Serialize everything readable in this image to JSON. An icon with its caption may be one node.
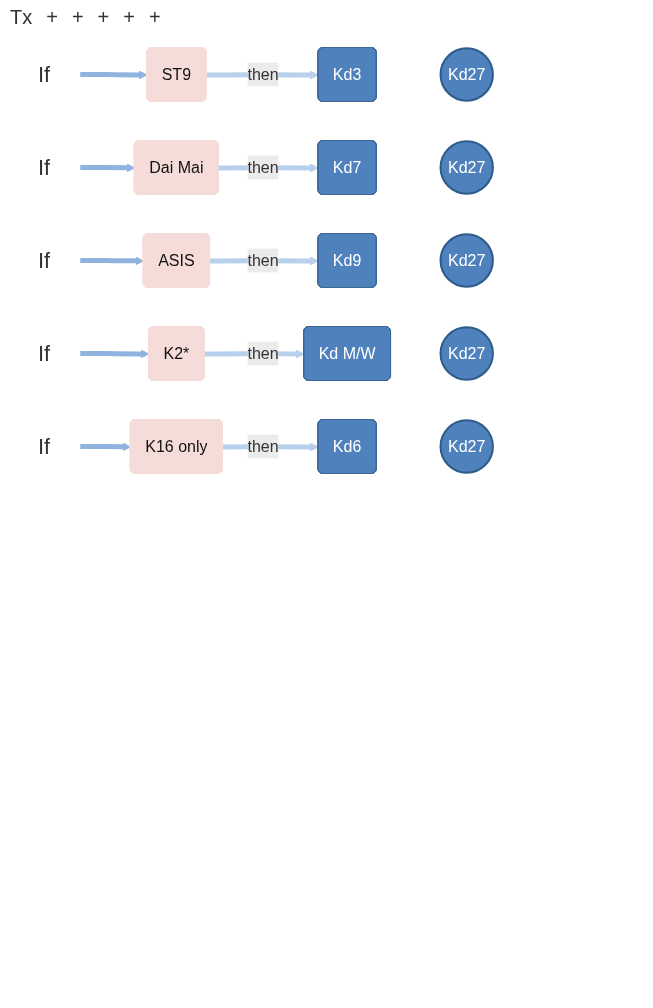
{
  "diagram": {
    "nodes": [
      {
        "text": [
          "If"
        ]
      },
      {
        "text": [
          "ST9"
        ]
      },
      {
        "text": [
          "Kd3"
        ]
      },
      {
        "text": [
          "Kd27"
        ]
      },
      {
        "text": [
          "If"
        ]
      },
      {
        "text": [
          "Dai Mai"
        ]
      },
      {
        "text": [
          "Kd7"
        ]
      },
      {
        "text": [
          "Kd27"
        ]
      },
      {
        "text": [
          "If"
        ]
      },
      {
        "text": [
          "ASIS"
        ]
      },
      {
        "text": [
          "Kd9"
        ]
      },
      {
        "text": [
          "Kd27"
        ]
      },
      {
        "text": [
          "If"
        ]
      },
      {
        "text": [
          "K2*"
        ]
      },
      {
        "text": [
          "Kd M/W"
        ]
      },
      {
        "text": [
          "Kd27"
        ]
      },
      {
        "text": [
          "If"
        ]
      },
      {
        "text": [
          "K16 only"
        ]
      },
      {
        "text": [
          "Kd6"
        ]
      },
      {
        "text": [
          "Kd27"
        ]
      }
    ],
    "edges": [
      {
        "from": 0,
        "to": 1,
        "arrow": "to"
      },
      {
        "from": 1,
        "to": 2,
        "arrow": "to",
        "label": "then"
      },
      {
        "from": 4,
        "to": 5,
        "arrow": "to"
      },
      {
        "from": 5,
        "to": 6,
        "arrow": "to",
        "label": "then"
      },
      {
        "from": 8,
        "to": 9,
        "arrow": "to"
      },
      {
        "from": 9,
        "to": 10,
        "arrow": "to",
        "label": "then"
      },
      {
        "from": 12,
        "to": 13,
        "arrow": "to"
      },
      {
        "from": 13,
        "to": 14,
        "arrow": "to",
        "label": "then"
      },
      {
        "from": 16,
        "to": 17,
        "arrow": "to"
      },
      {
        "from": 17,
        "to": 18,
        "arrow": "to",
        "label": "then"
      }
    ],
    "labels": [
      "Tx",
      "+",
      "+",
      "+",
      "+",
      "+"
    ]
  }
}
